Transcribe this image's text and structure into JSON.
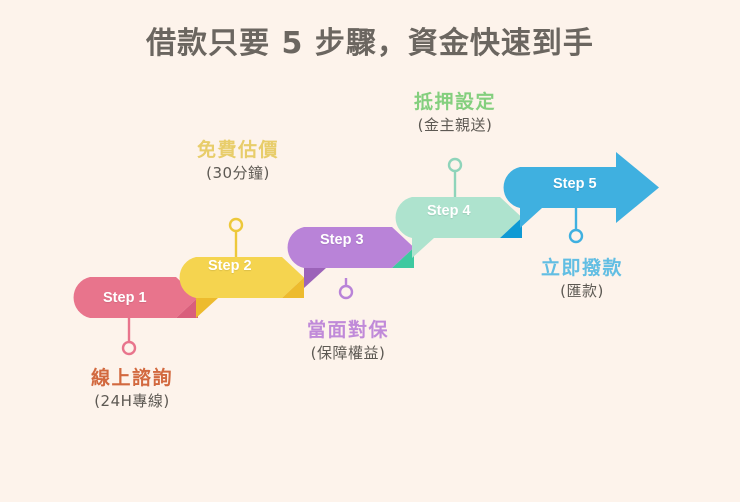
{
  "page": {
    "title": "借款只要 5 步驟，資金快速到手",
    "background_color": "#fdf3eb",
    "title_color": "#6b6660"
  },
  "steps": [
    {
      "id": "step-1",
      "badge": "Step 1",
      "headline": "線上諮詢",
      "sub": "(24H專線)",
      "color": "#e8748c",
      "fold_color": "#d95f7c",
      "label_position": "below"
    },
    {
      "id": "step-2",
      "badge": "Step 2",
      "headline": "免費估價",
      "sub": "(30分鐘)",
      "color": "#f5d44f",
      "fold_color": "#edbb2e",
      "label_position": "above"
    },
    {
      "id": "step-3",
      "badge": "Step 3",
      "headline": "當面對保",
      "sub": "(保障權益)",
      "color": "#b983d8",
      "fold_color": "#9c63b9",
      "label_position": "below"
    },
    {
      "id": "step-4",
      "badge": "Step 4",
      "headline": "抵押設定",
      "sub": "(金主親送)",
      "color": "#aee3ce",
      "fold_color": "#3ec9a0",
      "label_position": "above"
    },
    {
      "id": "step-5",
      "badge": "Step 5",
      "headline": "立即撥款",
      "sub": "(匯款)",
      "color": "#3fb0e0",
      "fold_color": "#0f9ad4",
      "label_position": "below"
    }
  ]
}
